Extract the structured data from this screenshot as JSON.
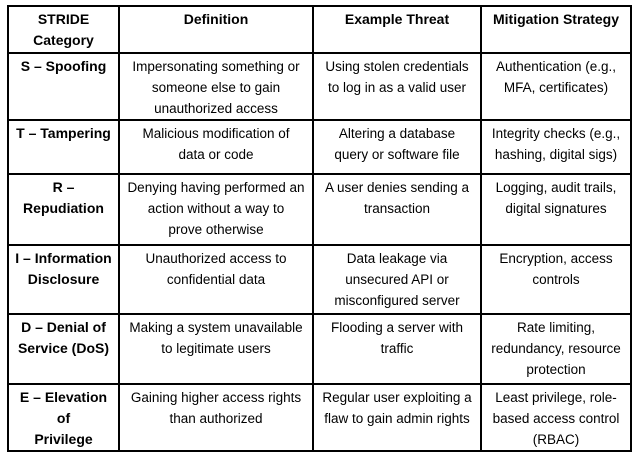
{
  "colors": {
    "border": "#000000",
    "text": "#000000",
    "background": "#ffffff"
  },
  "table": {
    "columns": [
      "STRIDE\nCategory",
      "Definition",
      "Example Threat",
      "Mitigation Strategy"
    ],
    "rows": [
      {
        "category": "S – Spoofing",
        "definition": "Impersonating something or\nsomeone else to gain\nunauthorized access",
        "example_threat": "Using stolen credentials\nto log in as a valid user",
        "mitigation": "Authentication (e.g.,\nMFA, certificates)"
      },
      {
        "category": "T – Tampering",
        "definition": "Malicious modification of\ndata or code",
        "example_threat": "Altering a database\nquery or software file",
        "mitigation": "Integrity checks (e.g.,\nhashing, digital sigs)"
      },
      {
        "category": "R – Repudiation",
        "definition": "Denying having performed an\naction without a way to\nprove otherwise",
        "example_threat": "A user denies sending a\ntransaction",
        "mitigation": "Logging, audit trails,\ndigital signatures"
      },
      {
        "category": "I – Information\nDisclosure",
        "definition": "Unauthorized access to\nconfidential data",
        "example_threat": "Data leakage via\nunsecured API or\nmisconfigured server",
        "mitigation": "Encryption, access\ncontrols"
      },
      {
        "category": "D – Denial of\nService (DoS)",
        "definition": "Making a system unavailable\nto legitimate users",
        "example_threat": "Flooding a server with\ntraffic",
        "mitigation": "Rate limiting,\nredundancy, resource\nprotection"
      },
      {
        "category": "E – Elevation of\nPrivilege",
        "definition": "Gaining higher access rights\nthan authorized",
        "example_threat": "Regular user exploiting a\nflaw to gain admin rights",
        "mitigation": "Least privilege, role-\nbased access control\n(RBAC)"
      }
    ]
  }
}
